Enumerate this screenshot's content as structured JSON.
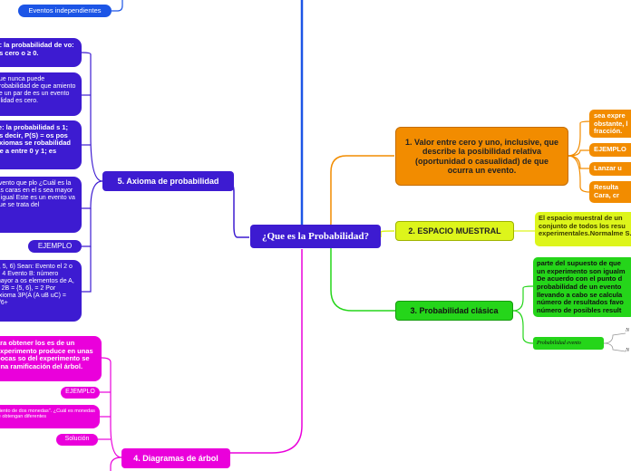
{
  "center": {
    "label": "¿Que es la Probabilidad?"
  },
  "branch1": {
    "title": "1. Valor entre cero y uno, inclusive, que describe la posibilidad relativa (oportunidad o casualidad) de que ocurra un evento.",
    "items": [
      "sea expre obstante, l fracción.",
      "EJEMPLO",
      "Lanzar u",
      "Resulta Cara, cr"
    ]
  },
  "branch2": {
    "title": "2. ESPACIO MUESTRAL",
    "items": [
      "El espacio muestral de un conjunto de todos los resu experimentales.Normalme S."
    ]
  },
  "branch3": {
    "title": "3. Probabilidad clásica",
    "items": [
      "parte del supuesto de que un experimento son igualm De acuerdo con el punto d probabilidad de un evento llevando a cabo se calcula número de resultados favo número de posibles result",
      "Probabilidad evento"
    ],
    "leaves": [
      "N",
      "N"
    ]
  },
  "branch5": {
    "title": "5. Axioma de probabilidad",
    "top_pill": "Eventos independientes",
    "items": [
      "d: la probabilidad de vo: es cero o ≥ 0.",
      "que nunca puede probabilidad de que amiento de un par de es un evento bilidad es cero.",
      "re: la probabilidad s 1; es decir, P(S) = os pos axiomas se robabilidad de a entre 0 y 1; es",
      "evento que plo ¿Cuál es la las caras en el s sea mayor o igual Este es un evento va que se trata del",
      "EJEMPLO",
      "4, 5, 6) Sean: Evento el 2 o el 4 Evento B: número mayor a os elementos de A, B 2B = {5, 6}, = 2 Por axioma 3P(A (A uB uC) = 2/6+"
    ]
  },
  "branch4": {
    "title": "4. Diagramas de árbol",
    "items": [
      "ara obtener los es de un experimento produce en unas pocas so del experimento se una ramificación del árbol.",
      "EJEMPLO",
      "miento de dos monedas\". ¿Cuál es monedas se obtengan diferentes",
      "Solución"
    ]
  },
  "colors": {
    "orange": "#f28c00",
    "yellow": "#ddf51b",
    "green": "#25d51a",
    "violet": "#3d1bd1",
    "magenta": "#ea00db",
    "blue": "#1c55e6"
  }
}
